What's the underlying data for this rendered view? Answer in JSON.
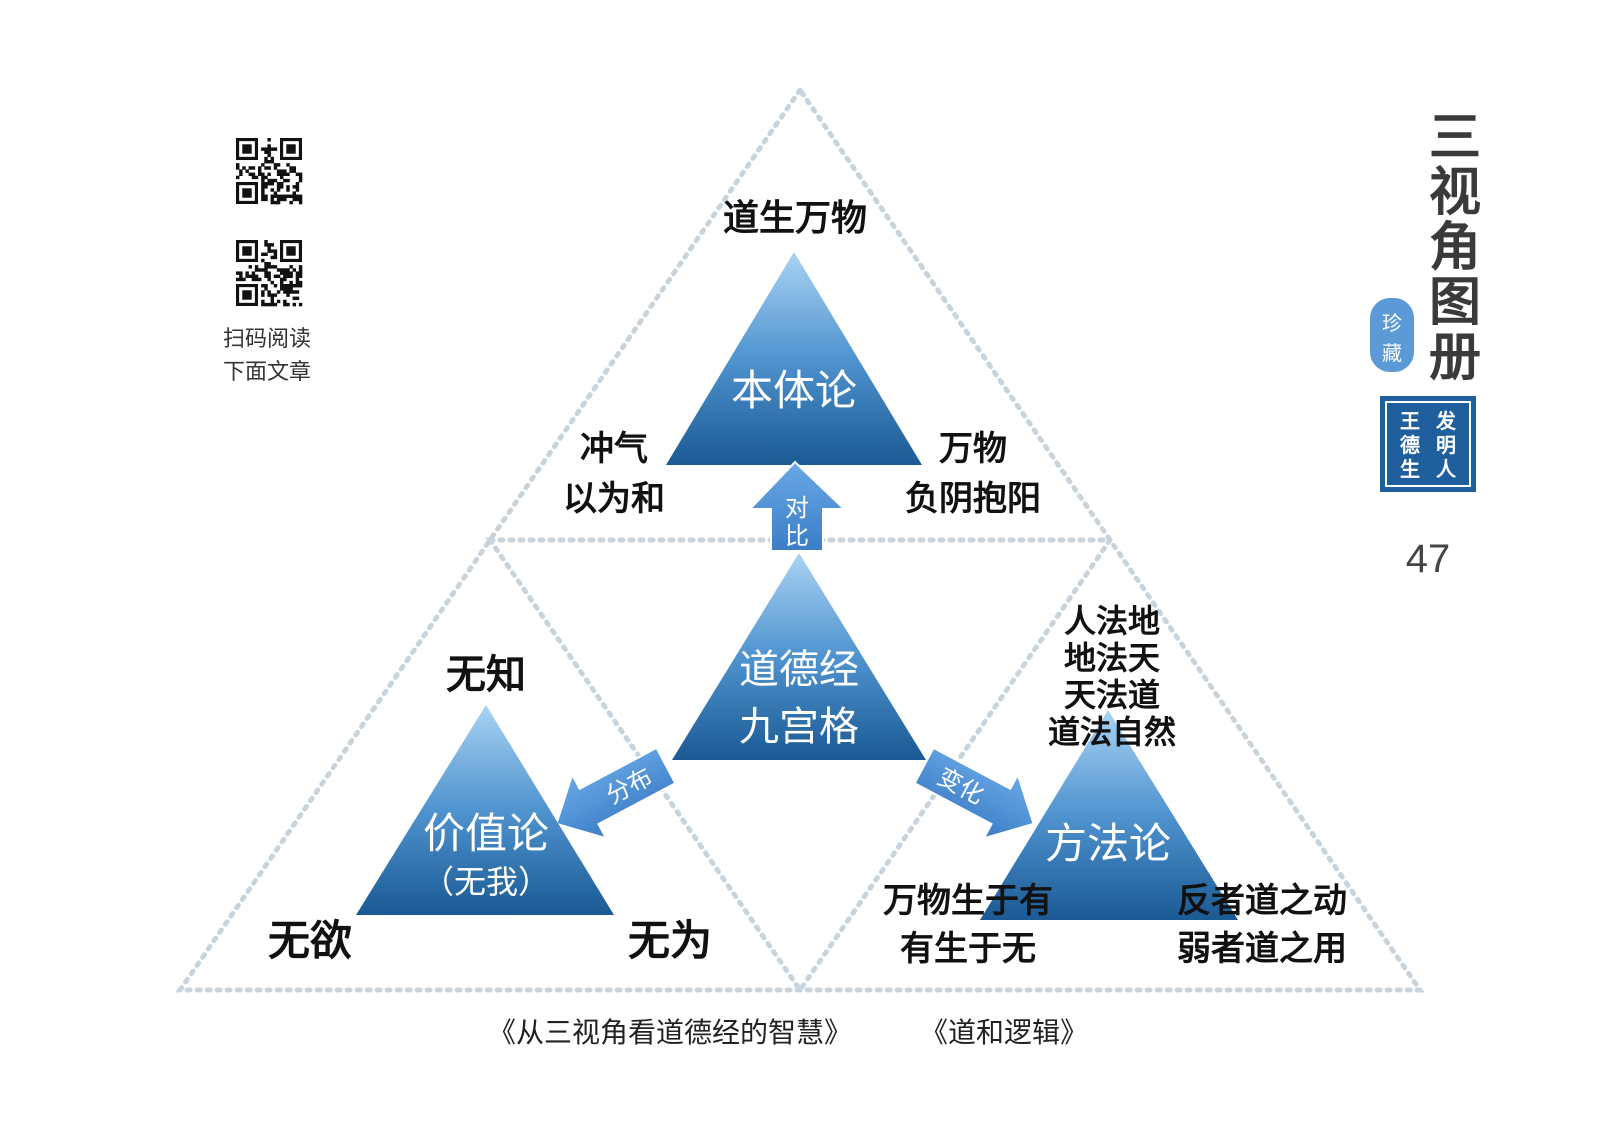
{
  "qr": {
    "caption_line1": "扫码阅读",
    "caption_line2": "下面文章"
  },
  "top_section": {
    "heading": "道生万物",
    "triangle_label": "本体论",
    "left_line1": "冲气",
    "left_line2": "以为和",
    "right_line1": "万物",
    "right_line2": "负阴抱阳"
  },
  "center": {
    "line1": "道德经",
    "line2": "九宫格"
  },
  "arrows": {
    "up_line1": "对",
    "up_line2": "比",
    "left": "分布",
    "right": "变化"
  },
  "left_section": {
    "heading": "无知",
    "triangle_line1": "价值论",
    "triangle_line2": "（无我）",
    "bottom_left": "无欲",
    "bottom_right": "无为"
  },
  "right_section": {
    "lines": [
      "人法地",
      "地法天",
      "天法道",
      "道法自然"
    ],
    "triangle_label": "方法论",
    "bottom_left_line1": "万物生于有",
    "bottom_left_line2": "有生于无",
    "bottom_right_line1": "反者道之动",
    "bottom_right_line2": "弱者道之用"
  },
  "captions": {
    "book1": "《从三视角看道德经的智慧》",
    "book2": "《道和逻辑》"
  },
  "side": {
    "title_chars": [
      "三",
      "视",
      "角",
      "图",
      "册"
    ],
    "tag_line1": "珍",
    "tag_line2": "藏",
    "seal_col1": [
      "王",
      "德",
      "生"
    ],
    "seal_col2": [
      "发",
      "明",
      "人"
    ],
    "page_number": "47"
  },
  "colors": {
    "triangle_light": "#9ecbf0",
    "triangle_dark": "#1b5a94",
    "arrow": "#4b8fd6",
    "seal": "#1f5f9e",
    "dotted": "#c8d3dc"
  }
}
